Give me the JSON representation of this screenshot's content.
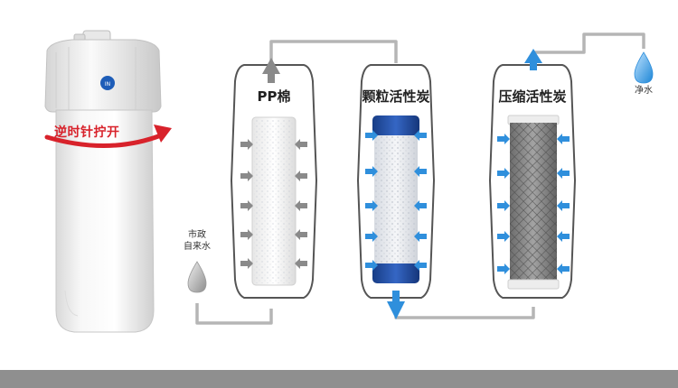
{
  "housing": {
    "rotate_label": "逆时针拧开",
    "inlet_label": "IN"
  },
  "stages": [
    {
      "title": "PP棉",
      "filter": "pp"
    },
    {
      "title": "颗粒活性炭",
      "filter": "granular"
    },
    {
      "title": "压缩活性炭",
      "filter": "carbon-block"
    }
  ],
  "inlet": {
    "label_line1": "市政",
    "label_line2": "自来水"
  },
  "outlet": {
    "label": "净水"
  },
  "colors": {
    "arrow_gray": "#8a8a8a",
    "arrow_blue": "#2f8fdc",
    "accent_red": "#d8222b",
    "pipe_gray": "#b5b5b5",
    "filter_cap_blue": "#1f4fa8"
  }
}
